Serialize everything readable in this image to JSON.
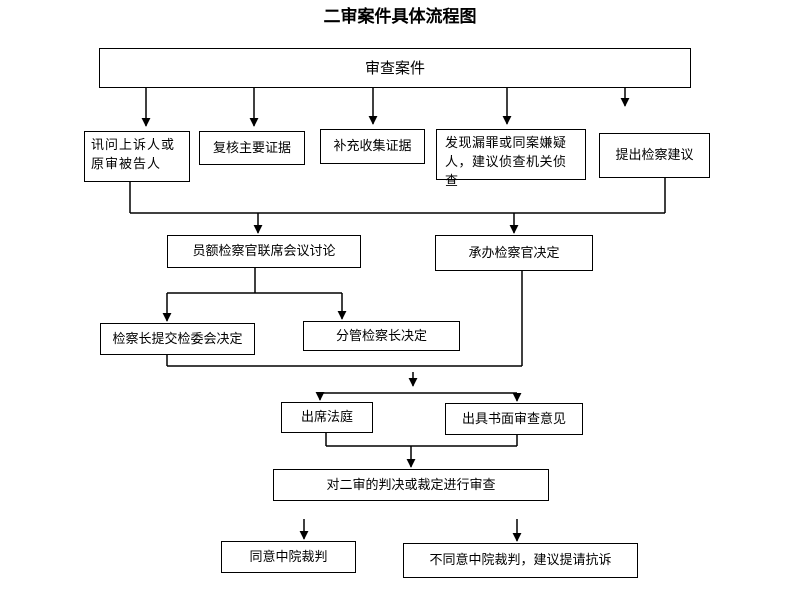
{
  "title": "二审案件具体流程图",
  "nodes": {
    "review": "审查案件",
    "ask": "讯问上诉人或原审被告人",
    "recheck": "复核主要证据",
    "collect": "补充收集证据",
    "discover": "发现漏罪或同案嫌疑人，建议侦查机关侦查",
    "suggest": "提出检察建议",
    "meeting": "员额检察官联席会议讨论",
    "handling": "承办检察官决定",
    "committee": "检察长提交检委会决定",
    "deputy": "分管检察长决定",
    "court": "出席法庭",
    "opinion": "出具书面审查意见",
    "examine": "对二审的判决或裁定进行审查",
    "agree": "同意中院裁判",
    "disagree": "不同意中院裁判，建议提请抗诉"
  }
}
